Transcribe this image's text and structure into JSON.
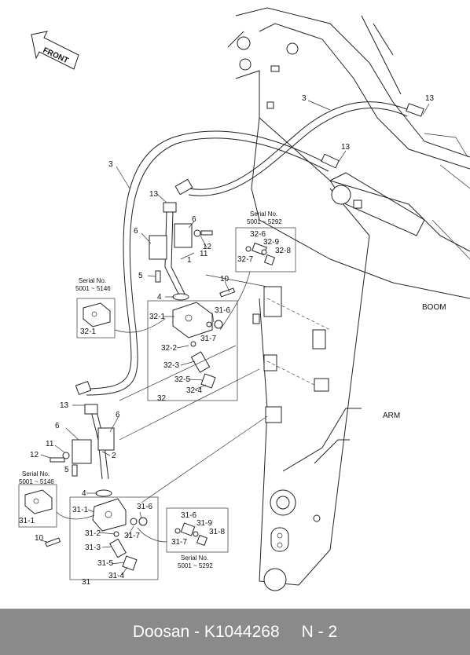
{
  "labels": {
    "front": "FRONT",
    "boom": "BOOM",
    "arm": "ARM",
    "serial_title": "Serial No.",
    "serial_a": "5001 ~ 5146",
    "serial_b": "5001 ~ 5292"
  },
  "callouts": {
    "c1": "1",
    "c2": "2",
    "c3": "3",
    "c4": "4",
    "c5": "5",
    "c6": "6",
    "c10": "10",
    "c11": "11",
    "c12": "12",
    "c13": "13",
    "c31": "31",
    "c31_1": "31-1",
    "c31_2": "31-2",
    "c31_3": "31-3",
    "c31_4": "31-4",
    "c31_5": "31-5",
    "c31_6": "31-6",
    "c31_7": "31-7",
    "c31_8": "31-8",
    "c31_9": "31-9",
    "c32": "32",
    "c32_1": "32-1",
    "c32_2": "32-2",
    "c32_3": "32-3",
    "c32_4": "32-4",
    "c32_5": "32-5",
    "c32_6": "32-6",
    "c32_7": "32-7",
    "c32_8": "32-8",
    "c32_9": "32-9"
  },
  "footer": {
    "brand_code": "Doosan - K1044268",
    "page": "N - 2"
  }
}
